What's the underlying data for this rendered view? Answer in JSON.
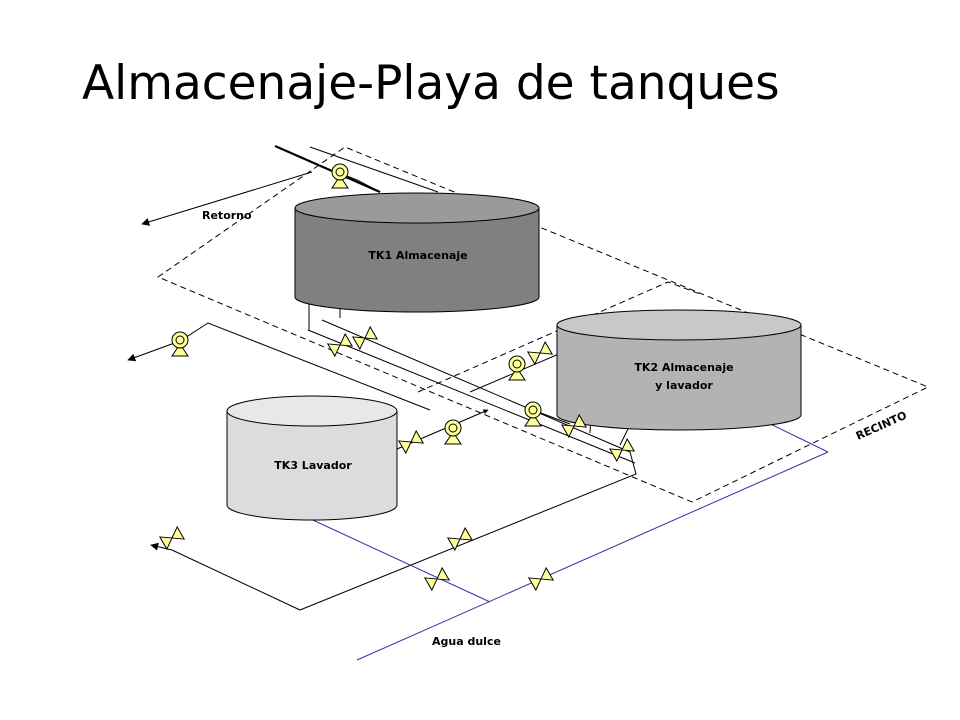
{
  "slide": {
    "title": "Almacenaje-Playa de tanques"
  },
  "diagram": {
    "tanks": {
      "tk1": {
        "label": "TK1 Almacenaje",
        "fill": "#808080"
      },
      "tk2": {
        "label_line1": "TK2 Almacenaje",
        "label_line2": "y lavador",
        "fill": "#b3b3b3"
      },
      "tk3": {
        "label": "TK3 Lavador",
        "fill": "#dcdcdc"
      }
    },
    "labels": {
      "return": "Retorno",
      "fresh_water": "Agua dulce",
      "enclosure": "RECINTO"
    },
    "colors": {
      "process_line": "#000000",
      "fresh_water_line": "#3333aa",
      "valve_fill": "#ffff99"
    },
    "icons": {
      "valve": "gate-valve-icon",
      "pump": "pump-icon"
    }
  }
}
